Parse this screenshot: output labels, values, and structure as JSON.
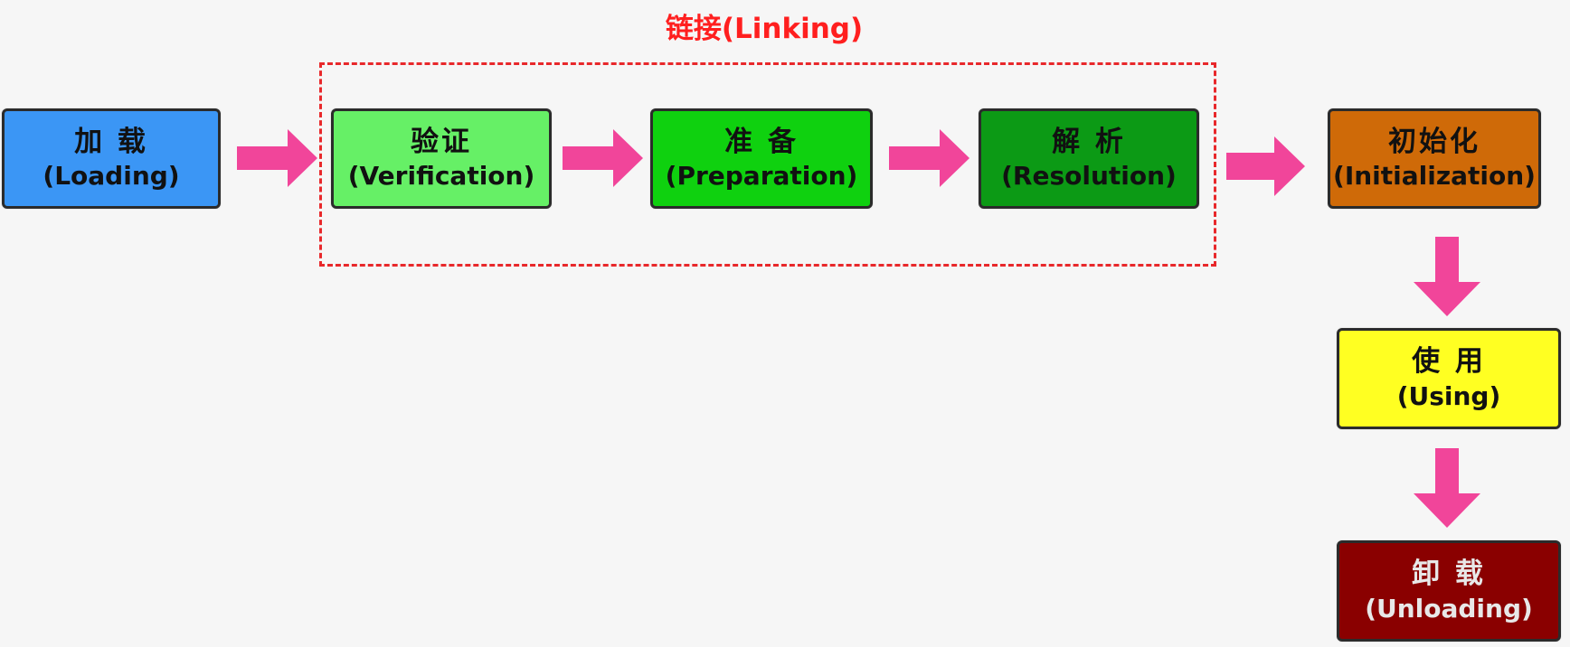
{
  "colors": {
    "arrow": "#f1459a",
    "linking_border": "#e8282b",
    "linking_title": "#ff1f1f"
  },
  "linking": {
    "title": "链接(Linking)"
  },
  "stages": {
    "loading": {
      "cn": "加 载",
      "en": "(Loading)",
      "color": "#3b96f5"
    },
    "verification": {
      "cn": "验证",
      "en": "(Verification)",
      "color": "#66f066"
    },
    "preparation": {
      "cn": "准 备",
      "en": "(Preparation)",
      "color": "#0fd10f"
    },
    "resolution": {
      "cn": "解 析",
      "en": "(Resolution)",
      "color": "#0c9a15"
    },
    "initialization": {
      "cn": "初始化",
      "en": "(Initialization)",
      "color": "#cf6a08"
    },
    "using": {
      "cn": "使 用",
      "en": "(Using)",
      "color": "#ffff22"
    },
    "unloading": {
      "cn": "卸 载",
      "en": "(Unloading)",
      "color": "#8a0000"
    }
  }
}
